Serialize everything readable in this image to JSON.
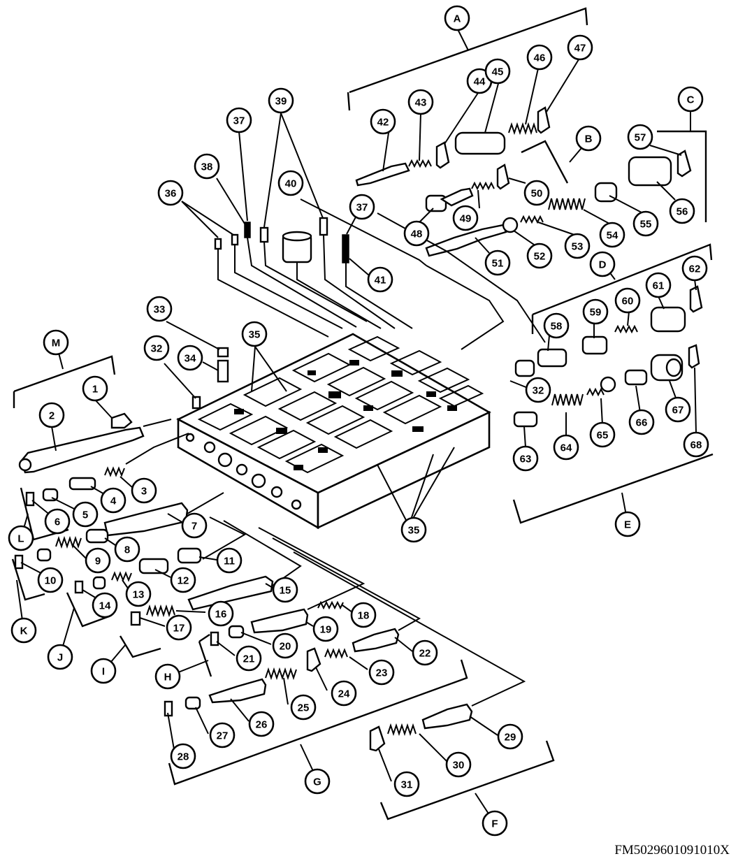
{
  "figure_code": "FM5029601091010X",
  "callouts": {
    "n1": "1",
    "n2": "2",
    "n3": "3",
    "n4": "4",
    "n5": "5",
    "n6": "6",
    "n7": "7",
    "n8": "8",
    "n9": "9",
    "n10": "10",
    "n11": "11",
    "n12": "12",
    "n13": "13",
    "n14": "14",
    "n15": "15",
    "n16": "16",
    "n17": "17",
    "n18": "18",
    "n19": "19",
    "n20": "20",
    "n21": "21",
    "n22": "22",
    "n23": "23",
    "n24": "24",
    "n25": "25",
    "n26": "26",
    "n27": "27",
    "n28": "28",
    "n29": "29",
    "n30": "30",
    "n31": "31",
    "n32a": "32",
    "n32b": "32",
    "n33": "33",
    "n34": "34",
    "n35a": "35",
    "n35b": "35",
    "n36": "36",
    "n37a": "37",
    "n37b": "37",
    "n38": "38",
    "n39": "39",
    "n40": "40",
    "n41": "41",
    "n42": "42",
    "n43": "43",
    "n44": "44",
    "n45": "45",
    "n46": "46",
    "n47": "47",
    "n48": "48",
    "n49": "49",
    "n50": "50",
    "n51": "51",
    "n52": "52",
    "n53": "53",
    "n54": "54",
    "n55": "55",
    "n56": "56",
    "n57": "57",
    "n58": "58",
    "n59": "59",
    "n60": "60",
    "n61": "61",
    "n62": "62",
    "n63": "63",
    "n64": "64",
    "n65": "65",
    "n66": "66",
    "n67": "67",
    "n68": "68"
  },
  "groups": {
    "A": "A",
    "B": "B",
    "C": "C",
    "D": "D",
    "E": "E",
    "F": "F",
    "G": "G",
    "H": "H",
    "I": "I",
    "J": "J",
    "K": "K",
    "L": "L",
    "M": "M"
  }
}
